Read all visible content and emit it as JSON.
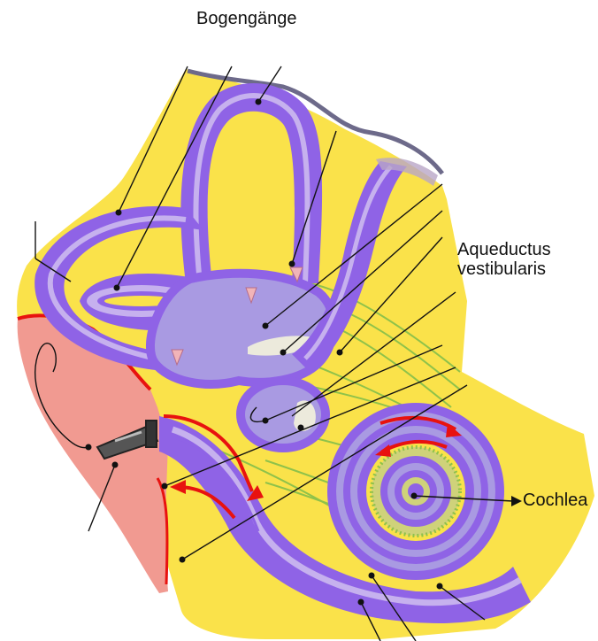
{
  "labels": {
    "bogengaenge": "Bogengänge",
    "aqueductus_line1": "Aqueductus",
    "aqueductus_line2": "vestibularis",
    "cochlea": "Cochlea"
  },
  "colors": {
    "bone": "#fae24a",
    "membrane_dark": "#8f63e6",
    "membrane_light": "#c6b1ee",
    "duct_fill": "#a99ae2",
    "middle_ear": "#f19a91",
    "arrow": "#e8120f",
    "nerve": "#8fc24a",
    "leader": "#111111"
  },
  "icons": [
    "stapes-icon",
    "hair-cell-icon",
    "arrow-icon"
  ]
}
